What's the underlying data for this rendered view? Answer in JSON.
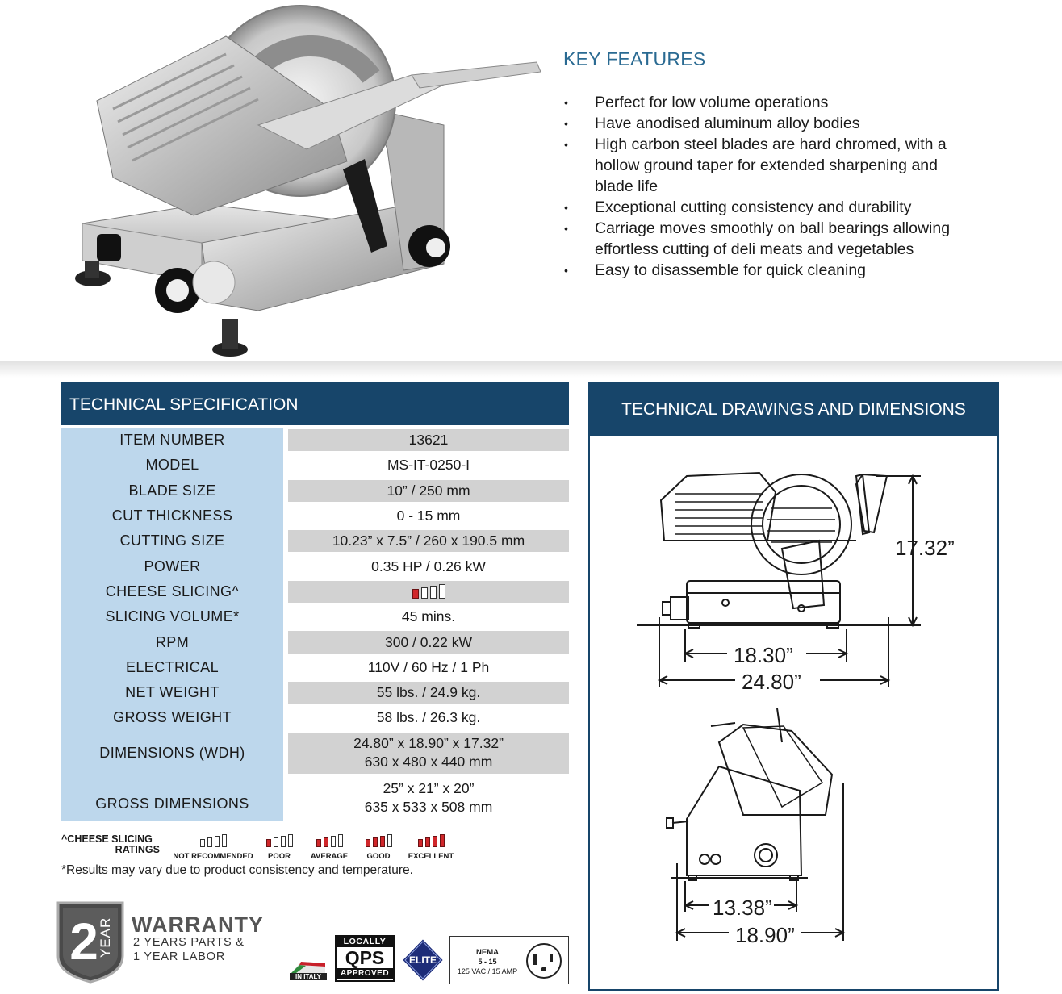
{
  "features": {
    "title": "KEY FEATURES",
    "items": [
      "Perfect for low volume operations",
      "Have anodised aluminum alloy bodies",
      "High carbon steel blades are hard chromed, with a hollow ground taper for extended sharpening and blade life",
      "Exceptional cutting consistency and durability",
      "Carriage moves smoothly on ball bearings allowing effortless cutting of deli meats and vegetables",
      "Easy to disassemble for quick cleaning"
    ]
  },
  "spec": {
    "title": "TECHNICAL SPECIFICATION",
    "rows": [
      {
        "label": "ITEM NUMBER",
        "value": "13621"
      },
      {
        "label": "MODEL",
        "value": "MS-IT-0250-I"
      },
      {
        "label": "BLADE SIZE",
        "value": "10” / 250 mm"
      },
      {
        "label": "CUT THICKNESS",
        "value": "0 - 15 mm"
      },
      {
        "label": "CUTTING SIZE",
        "value": "10.23” x 7.5” / 260 x 190.5 mm"
      },
      {
        "label": "POWER",
        "value": "0.35 HP / 0.26 kW"
      },
      {
        "label": "CHEESE SLICING^",
        "rating": 1
      },
      {
        "label": "SLICING VOLUME*",
        "value": "45 mins."
      },
      {
        "label": "RPM",
        "value": "300 / 0.22 kW"
      },
      {
        "label": "ELECTRICAL",
        "value": "110V / 60 Hz / 1 Ph"
      },
      {
        "label": "NET WEIGHT",
        "value": "55 lbs. / 24.9 kg."
      },
      {
        "label": "GROSS WEIGHT",
        "value": "58 lbs. / 26.3 kg."
      },
      {
        "label": "DIMENSIONS (WDH)",
        "value": "24.80” x 18.90” x 17.32”",
        "value2": "630 x 480 x 440 mm"
      },
      {
        "label": "GROSS DIMENSIONS",
        "value": "25” x 21” x 20”",
        "value2": "635 x 533 x 508 mm"
      }
    ]
  },
  "ratings": {
    "title_line1": "^CHEESE SLICING",
    "title_line2": "RATINGS",
    "levels": [
      {
        "label": "NOT RECOMMENDED",
        "filled": 0
      },
      {
        "label": "POOR",
        "filled": 1
      },
      {
        "label": "AVERAGE",
        "filled": 2
      },
      {
        "label": "GOOD",
        "filled": 3
      },
      {
        "label": "EXCELLENT",
        "filled": 4
      }
    ],
    "note": "*Results may vary due to product consistency and temperature."
  },
  "warranty": {
    "badge_number": "2",
    "badge_word": "YEAR",
    "title": "WARRANTY",
    "line1": "2 YEARS PARTS &",
    "line2": "1 YEAR LABOR"
  },
  "badges": {
    "italy": "IN ITALY",
    "qps_top": "LOCALLY",
    "qps_mid": "QPS",
    "qps_bot": "APPROVED",
    "elite": "ELITE",
    "nema_title": "NEMA",
    "nema_type": "5 - 15",
    "nema_rating": "125 VAC / 15 AMP"
  },
  "drawings": {
    "title": "TECHNICAL DRAWINGS AND DIMENSIONS",
    "height": "17.32”",
    "side_inner": "18.30”",
    "side_outer": "24.80”",
    "front_inner": "13.38”",
    "front_outer": "18.90”"
  },
  "colors": {
    "header_blue": "#17456a",
    "label_blue": "#bdd7ec",
    "row_gray": "#d2d2d2",
    "feature_title": "#2a6a92",
    "rating_red": "#d0262a"
  }
}
